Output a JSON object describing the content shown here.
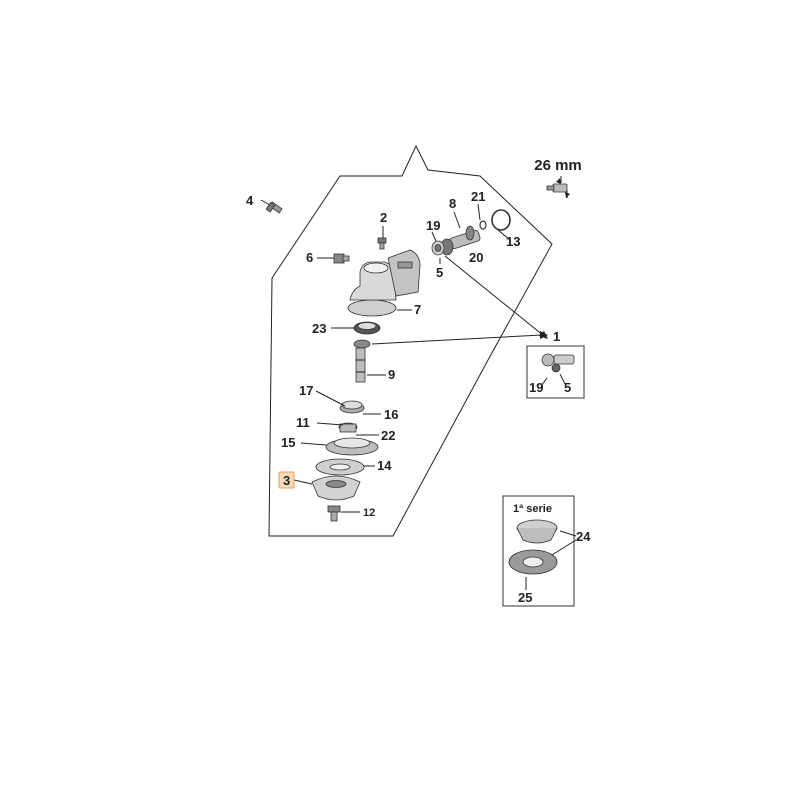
{
  "colors": {
    "highlight_fill": "#f6d9b8",
    "highlight_stroke": "#e8a060",
    "line": "#222222",
    "part_dark": "#555555",
    "part_mid": "#9a9a9a",
    "part_light": "#d6d6d6"
  },
  "dimension_label": "26 mm",
  "callouts": {
    "p1": "1",
    "p2": "2",
    "p3": "3",
    "p4": "4",
    "p5": "5",
    "p5b": "5",
    "p6": "6",
    "p7": "7",
    "p8": "8",
    "p9": "9",
    "p11": "11",
    "p12": "12",
    "p13": "13",
    "p14": "14",
    "p15": "15",
    "p16": "16",
    "p17": "17",
    "p19": "19",
    "p19b": "19",
    "p20": "20",
    "p21": "21",
    "p22": "22",
    "p23": "23",
    "p24": "24",
    "p25": "25"
  },
  "inset_series_label": "1ª serie",
  "highlighted_part": "3"
}
